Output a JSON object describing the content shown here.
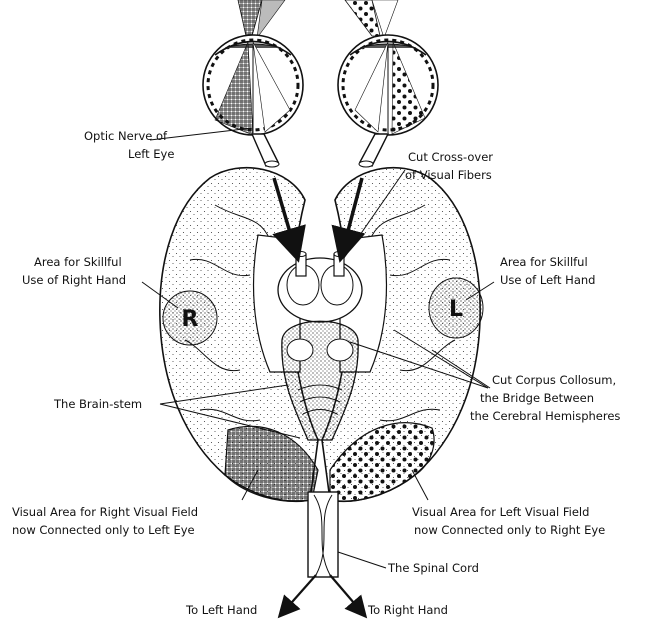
{
  "labels": {
    "optic_nerve_1": "Optic Nerve of",
    "optic_nerve_2": "Left Eye",
    "crossover_1": "Cut Cross-over",
    "crossover_2": "of Visual Fibers",
    "right_hand_1": "Area for Skillful",
    "right_hand_2": "Use of Right Hand",
    "left_hand_1": "Area for Skillful",
    "left_hand_2": "Use of Left Hand",
    "brainstem": "The Brain-stem",
    "corpus_1": "Cut Corpus Collosum,",
    "corpus_2": "the Bridge Between",
    "corpus_3": "the Cerebral Hemispheres",
    "vis_right_1": "Visual Area for Right Visual Field",
    "vis_right_2": "now Connected only to Left Eye",
    "vis_left_1": "Visual Area for Left Visual Field",
    "vis_left_2": "now Connected only to Right Eye",
    "spinal": "The Spinal Cord",
    "to_left": "To Left Hand",
    "to_right": "To Right Hand",
    "area_r": "R",
    "area_l": "L"
  }
}
